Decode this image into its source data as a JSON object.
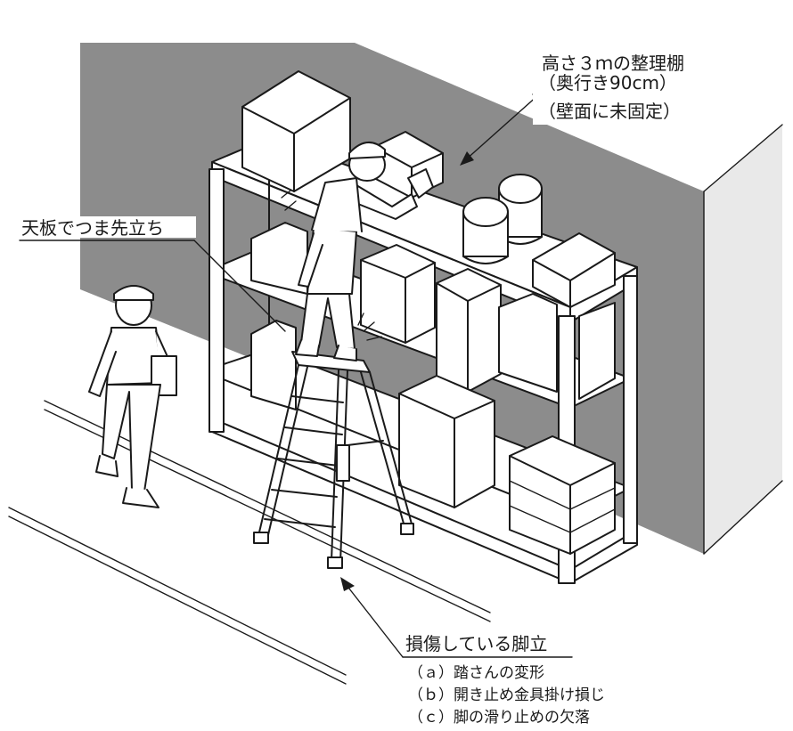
{
  "labels": {
    "shelf_line1": "高さ３ｍの整理棚",
    "shelf_line2": "（奥行き90cm）",
    "shelf_line3": "（壁面に未固定）",
    "tiptoe": "天板でつま先立ち",
    "ladder_title": "損傷している脚立",
    "ladder_a": "（ａ）踏さんの変形",
    "ladder_b": "（ｂ）開き止め金具掛け損じ",
    "ladder_c": "（ｃ）脚の滑り止めの欠落"
  },
  "colors": {
    "wall": "#8c8c8c",
    "line": "#1a1a1a",
    "background": "#ffffff"
  }
}
